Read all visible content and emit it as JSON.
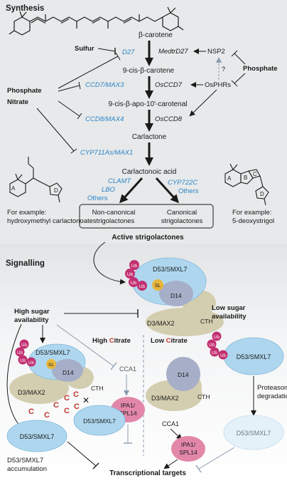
{
  "synthesis": {
    "heading": "Synthesis",
    "compounds": {
      "beta_carotene": "β-carotene",
      "cis_beta_carotene": "9-cis-β-carotene",
      "apo_carotenal": "9-cis-β-apo-10'-carotenal",
      "carlactone": "Carlactone",
      "carlactonoic_acid": "Carlactonoic acid"
    },
    "enzymes": {
      "d27": "D27",
      "ccd7": "CCD7/MAX3",
      "ccd8": "CCD8/MAX4",
      "cyp711": "CYP711As/MAX1",
      "clamt": "CLAMT",
      "lbo": "LBO",
      "others_left": "Others",
      "cyp722c": "CYP722C",
      "others_right": "Others"
    },
    "regulators": {
      "sulfur": "Sulfur",
      "phosphate_left": "Phosphate",
      "nitrate": "Nitrate",
      "phosphate_right": "Phosphate",
      "medtr": "MedtrD27",
      "nsp2": "NSP2",
      "osccd7": "OsCCD7",
      "osphrs": "OsPHRs",
      "osccd8": "OsCCD8",
      "question": "?"
    },
    "products": {
      "noncanonical": "Non-canonical strigolactones",
      "canonical": "Canonical strigolactones",
      "active": "Active strigolactones"
    },
    "examples": {
      "left_title": "For example:",
      "left_name": "hydroxymethyl carlactonoate",
      "right_title": "For example:",
      "right_name": "5-deoxystrigol",
      "ring_a": "A",
      "ring_b": "B",
      "ring_c": "C",
      "ring_d": "D"
    }
  },
  "signalling": {
    "heading": "Signalling",
    "d53_top": "D53/SMXL7",
    "d14_top": "D14",
    "sl_top": "SL",
    "d3_top": "D3/MAX2",
    "cth_top": "CTH",
    "ub": "Ub",
    "high_sugar": "High sugar availability",
    "low_sugar": "Low sugar availability",
    "high_citrate_pre": "High ",
    "high_citrate_c": "C",
    "high_citrate_post": "itrate",
    "low_citrate_pre": "Low ",
    "low_citrate_c": "C",
    "low_citrate_post": "itrate",
    "d53_left": "D53/SMXL7",
    "d14_left": "D14",
    "sl_left": "SL",
    "d3_left": "D3/MAX2",
    "cth_left": "CTH",
    "citrate_c": "C",
    "cca1_mid": "CCA1",
    "ipa1_mid": "IPA1/ SPL14",
    "d53_mid": "D53/SMXL7",
    "d53_accum_shape": "D53/SMXL7",
    "d53_accum": "D53/SMXL7 accumulation",
    "d14_right": "D14",
    "d3_right": "D3/MAX2",
    "cth_right": "CTH",
    "d53_right": "D53/SMXL7",
    "proteasomal": "Proteasomal degradation",
    "cca1_right": "CCA1",
    "ipa1_right": "IPA1/ SPL14",
    "d53_faded": "D53/SMXL7",
    "targets": "Transcriptional targets"
  },
  "colors": {
    "arrow_blue": "#2e86c9",
    "d53_fill": "#aed7ef",
    "d14_fill": "#a7aec8",
    "d3_fill": "#d3ceb0",
    "sl_fill": "#e8b73c",
    "ub_fill": "#c23071",
    "ipa1_fill": "#e387a9",
    "citrate_red": "#c0392b"
  }
}
